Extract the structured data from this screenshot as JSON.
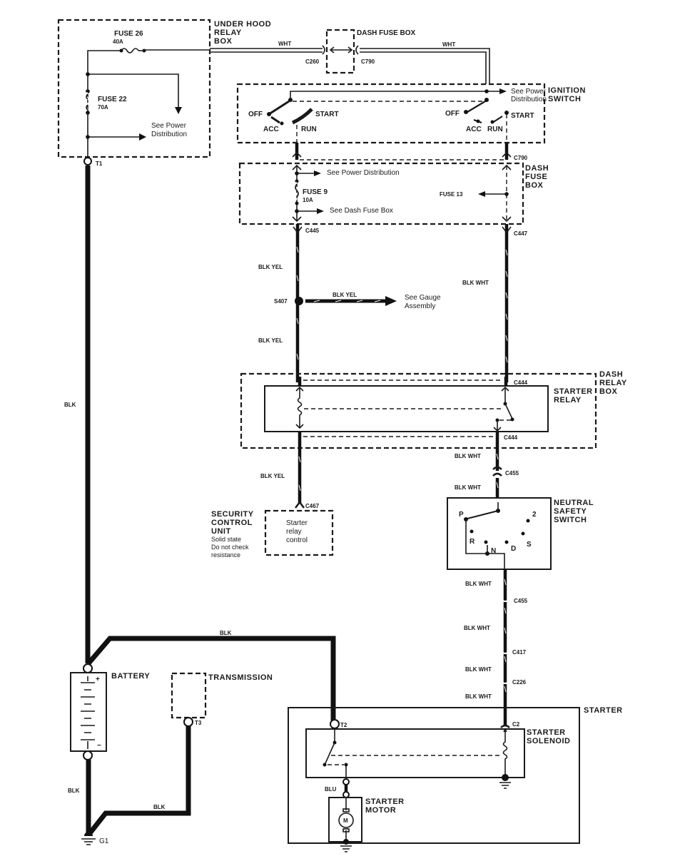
{
  "diagram": {
    "title": "Starting System Wiring Diagram",
    "components": {
      "under_hood_relay_box": {
        "label_lines": [
          "UNDER HOOD",
          "RELAY",
          "BOX"
        ]
      },
      "fuse26": {
        "name": "FUSE 26",
        "rating": "40A"
      },
      "fuse22": {
        "name": "FUSE 22",
        "rating": "70A"
      },
      "see_power_dist_a": [
        "See Power",
        "Distribution"
      ],
      "dash_fuse_box_top": {
        "label": "DASH FUSE BOX"
      },
      "ignition_switch": {
        "label_lines": [
          "IGNITION",
          "SWITCH"
        ],
        "see_power_dist": [
          "See Power",
          "Distribution"
        ],
        "left_positions": {
          "off": "OFF",
          "acc": "ACC",
          "run": "RUN",
          "start": "START"
        },
        "right_positions": {
          "off": "OFF",
          "acc": "ACC",
          "run": "RUN",
          "start": "START"
        }
      },
      "dash_fuse_box": {
        "label_lines": [
          "DASH",
          "FUSE",
          "BOX"
        ],
        "fuse9": {
          "name": "FUSE 9",
          "rating": "10A"
        },
        "fuse13": "FUSE 13",
        "see_power_dist": "See Power Distribution",
        "see_dash_fuse_box": "See Dash Fuse Box"
      },
      "gauge": {
        "label_lines": [
          "See Gauge",
          "Assembly"
        ]
      },
      "dash_relay_box": {
        "label_lines": [
          "DASH",
          "RELAY",
          "BOX"
        ]
      },
      "starter_relay": {
        "label_lines": [
          "STARTER",
          "RELAY"
        ]
      },
      "security_unit": {
        "label_lines": [
          "SECURITY",
          "CONTROL",
          "UNIT"
        ],
        "notes": [
          "Solid state",
          "Do not check",
          "resistance"
        ],
        "box_lines": [
          "Starter",
          "relay",
          "control"
        ]
      },
      "neutral_safety_switch": {
        "label_lines": [
          "NEUTRAL",
          "SAFETY",
          "SWITCH"
        ],
        "positions": {
          "p": "P",
          "r": "R",
          "n": "N",
          "d": "D",
          "s": "S",
          "two": "2"
        }
      },
      "battery": {
        "label": "BATTERY",
        "plus": "+",
        "minus": "−"
      },
      "transmission": {
        "label": "TRANSMISSION"
      },
      "starter": {
        "label": "STARTER"
      },
      "starter_solenoid": {
        "label_lines": [
          "STARTER",
          "SOLENOID"
        ]
      },
      "starter_motor": {
        "label_lines": [
          "STARTER",
          "MOTOR"
        ],
        "symbol": "M"
      }
    },
    "connectors": {
      "c260": "C260",
      "c790_top": "C790",
      "c790": "C790",
      "c445": "C445",
      "c447": "C447",
      "s407": "S407",
      "c444_top": "C444",
      "c444_bot": "C444",
      "c455_a": "C455",
      "c467": "C467",
      "c455_b": "C455",
      "c417": "C417",
      "c226": "C226",
      "c2": "C2",
      "t1": "T1",
      "t2": "T2",
      "t3": "T3",
      "g1": "G1"
    },
    "wire_colors": {
      "wht_left": "WHT",
      "wht_right": "WHT",
      "blk_yel_1": "BLK YEL",
      "blk_yel_2": "BLK YEL",
      "blk_yel_3": "BLK YEL",
      "blk_yel_4": "BLK YEL",
      "blk_wht_1": "BLK WHT",
      "blk_wht_2": "BLK WHT",
      "blk_wht_3": "BLK WHT",
      "blk_wht_4": "BLK WHT",
      "blk_wht_5": "BLK WHT",
      "blk_wht_6": "BLK WHT",
      "blk_main": "BLK",
      "blk_top": "BLK",
      "blk_bat_gnd": "BLK",
      "blk_trans": "BLK",
      "blu": "BLU"
    }
  }
}
